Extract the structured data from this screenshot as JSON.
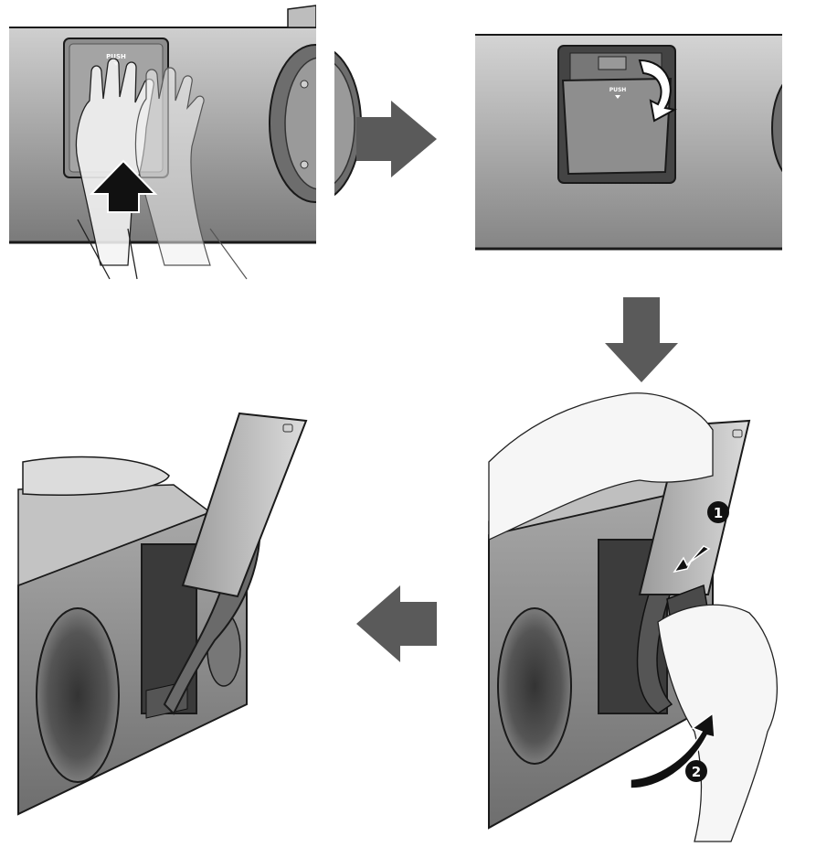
{
  "panels": {
    "step1": {
      "push_label": "PUSH"
    },
    "step2": {
      "push_label": "PUSH"
    },
    "step3": {
      "marker_1": "1",
      "marker_2": "2"
    }
  },
  "colors": {
    "panel_top": "#c9c9c9",
    "panel_bottom": "#7d7d7d",
    "outline": "#1a1a1a",
    "arrow_fill": "#5a5a5a",
    "big_arrow": "#111111",
    "marker_bg": "#111111",
    "marker_text": "#ffffff"
  },
  "icons": {
    "flow_right": "arrow-right-icon",
    "flow_down": "arrow-down-icon",
    "flow_left": "arrow-left-icon",
    "push_arrow": "arrow-up-icon",
    "open_arrow": "curved-arrow-icon"
  }
}
